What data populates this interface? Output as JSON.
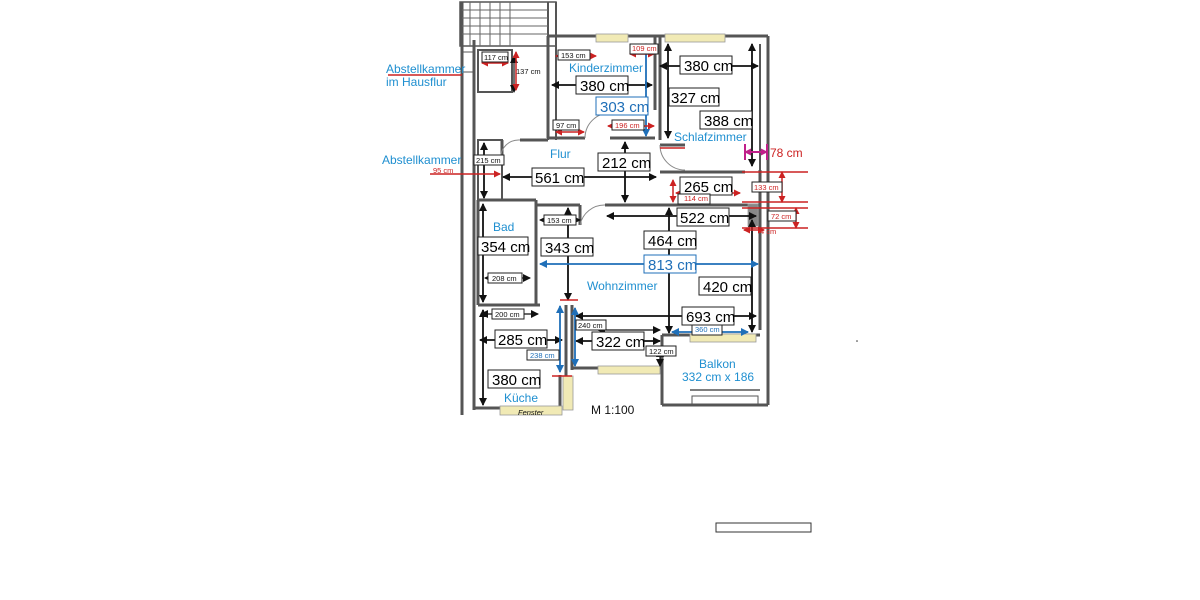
{
  "rooms": {
    "kinderzimmer": "Kinderzimmer",
    "schlafzimmer": "Schlafzimmer",
    "flur": "Flur",
    "bad": "Bad",
    "wohnzimmer": "Wohnzimmer",
    "kueche": "Küche",
    "balkon_name": "Balkon",
    "balkon_size": "332 cm x 186"
  },
  "side_labels": {
    "abstellkammer_hausflur_1": "Abstellkammer",
    "abstellkammer_hausflur_2": "im Hausflur",
    "abstellkammer": "Abstellkammer"
  },
  "dimensions": {
    "d380_top": "380 cm",
    "d380_kinder": "380 cm",
    "d303": "303 cm",
    "d327": "327 cm",
    "d388": "388 cm",
    "d212": "212 cm",
    "d561": "561 cm",
    "d265": "265 cm",
    "d522": "522 cm",
    "d464": "464 cm",
    "d813": "813 cm",
    "d354": "354 cm",
    "d343": "343 cm",
    "d420": "420 cm",
    "d693": "693 cm",
    "d285": "285 cm",
    "d322": "322 cm",
    "d380_kueche": "380 cm",
    "d78": "78 cm"
  },
  "small_dimensions": {
    "s117": "117 cm",
    "s137": "137 cm",
    "s153_top": "153 cm",
    "s109": "109 cm",
    "s97": "97 cm",
    "s196": "196 cm",
    "s215": "215 cm",
    "s95": "95 cm",
    "s153_mid": "153 cm",
    "s133": "133 cm",
    "s114": "114 cm",
    "s72": "72 cm",
    "s4": "4 cm",
    "s208": "208 cm",
    "s200": "200 cm",
    "s240": "240 cm",
    "s238": "238 cm",
    "s360": "360 cm",
    "s122": "122 cm"
  },
  "fenster": "Fenster",
  "scale": "M 1:100"
}
